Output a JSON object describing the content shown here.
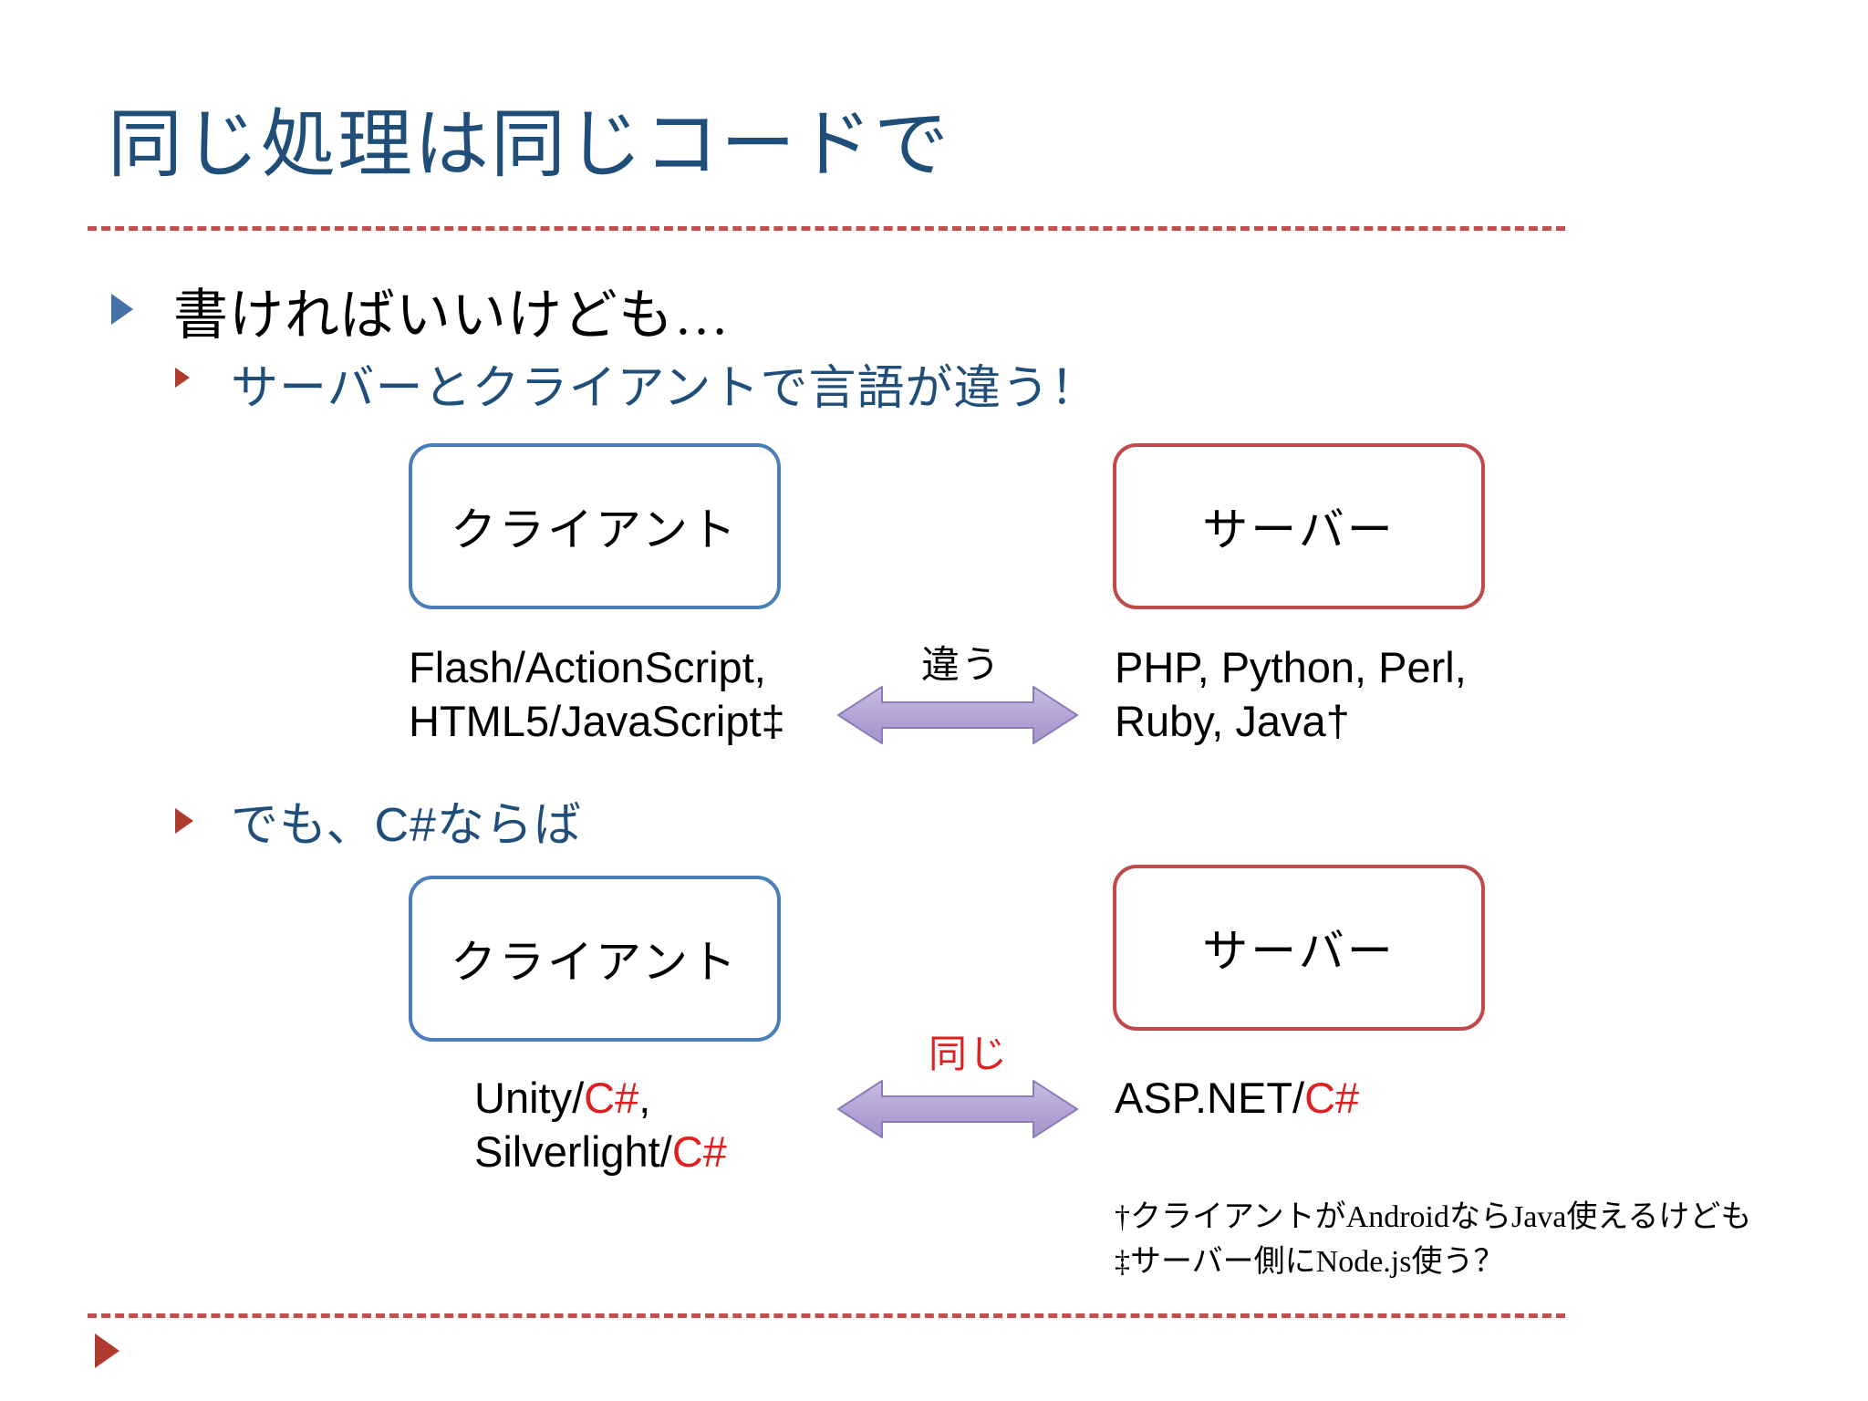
{
  "slide": {
    "title": "同じ処理は同じコードで",
    "accent_dash_color": "#C0504D",
    "title_color": "#1F4E79"
  },
  "bullets": {
    "level1_a": "書ければいいけども…",
    "level2_a": "サーバーとクライアントで言語が違う！",
    "level1_b_prefix": "でも、",
    "level1_b_keyword": "C#",
    "level1_b_suffix": "ならば"
  },
  "diagram_top": {
    "client_box_label": "クライアント",
    "server_box_label": "サーバー",
    "client_box_border_color": "#4A7EBB",
    "server_box_border_color": "#BE4B48",
    "client_tech_line1": "Flash/ActionScript,",
    "client_tech_line2": "HTML5/JavaScript‡",
    "server_tech_line1": "PHP, Python, Perl,",
    "server_tech_line2": "Ruby, Java†",
    "arrow_label": "違う",
    "arrow_label_color": "#000000",
    "arrow_fill_color": "#B3A2D4"
  },
  "diagram_bottom": {
    "client_box_label": "クライアント",
    "server_box_label": "サーバー",
    "client_box_border_color": "#4A7EBB",
    "server_box_border_color": "#BE4B48",
    "client_tech_line1_pre": "Unity/",
    "client_tech_line1_key": "C#",
    "client_tech_line1_post": ",",
    "client_tech_line2_pre": "Silverlight/",
    "client_tech_line2_key": "C#",
    "server_tech_pre": "ASP.NET/",
    "server_tech_key": "C#",
    "arrow_label": "同じ",
    "arrow_label_color": "#E02020",
    "arrow_fill_color": "#B3A2D4"
  },
  "footnotes": {
    "line1": "†クライアントがAndroidならJava使えるけども",
    "line2": "‡サーバー側にNode.js使う？"
  },
  "icons": {
    "bullet_triangle_blue": "triangle-right-icon",
    "bullet_triangle_red": "triangle-right-icon",
    "double_arrow": "double-headed-arrow-icon"
  }
}
